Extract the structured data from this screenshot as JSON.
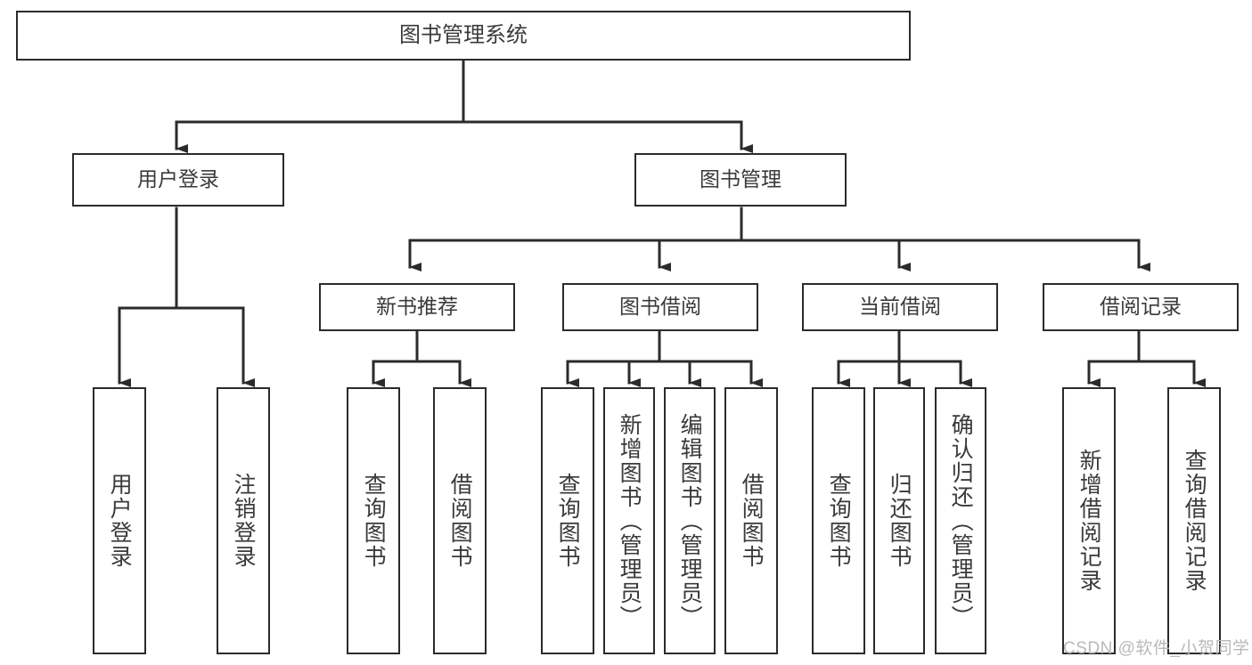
{
  "diagram": {
    "title": "图书管理系统",
    "type": "hierarchy-tree",
    "colors": {
      "border": "#2b2b2b",
      "text": "#3a3a3a",
      "background": "#ffffff",
      "watermark": "#b9b9b9"
    },
    "root": {
      "label": "图书管理系统"
    },
    "level1": [
      {
        "label": "用户登录"
      },
      {
        "label": "图书管理"
      }
    ],
    "level2": [
      {
        "label": "新书推荐"
      },
      {
        "label": "图书借阅"
      },
      {
        "label": "当前借阅"
      },
      {
        "label": "借阅记录"
      }
    ],
    "leaves": {
      "user_login": [
        {
          "label": "用户登录"
        },
        {
          "label": "注销登录"
        }
      ],
      "new_book_recommend": [
        {
          "label": "查询图书"
        },
        {
          "label": "借阅图书"
        }
      ],
      "book_borrow": [
        {
          "label": "查询图书"
        },
        {
          "label": "新增图书（管理员）"
        },
        {
          "label": "编辑图书（管理员）"
        },
        {
          "label": "借阅图书"
        }
      ],
      "current_borrow": [
        {
          "label": "查询图书"
        },
        {
          "label": "归还图书"
        },
        {
          "label": "确认归还（管理员）"
        }
      ],
      "borrow_record": [
        {
          "label": "新增借阅记录"
        },
        {
          "label": "查询借阅记录"
        }
      ]
    }
  },
  "watermark": {
    "text": "CSDN @软件_小贺同学"
  }
}
